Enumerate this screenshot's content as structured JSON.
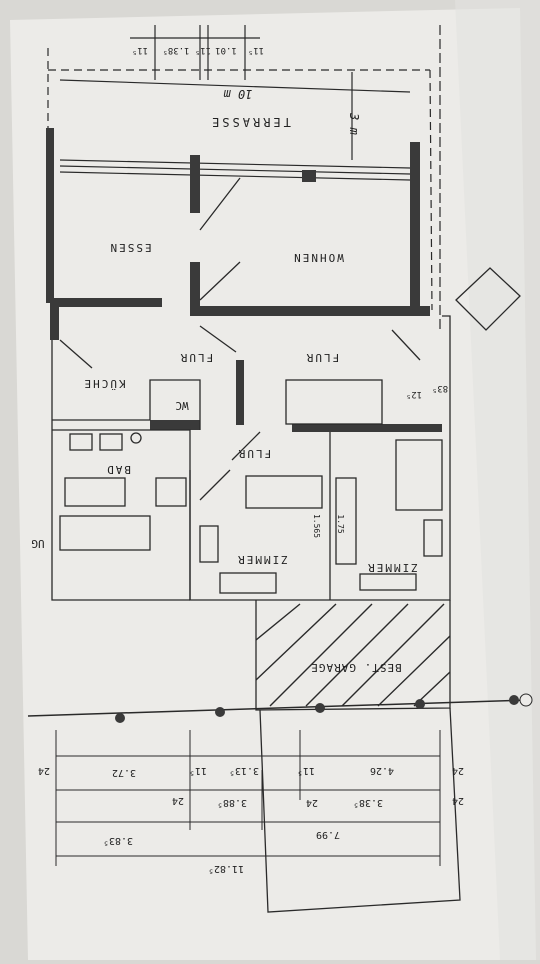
{
  "rooms": {
    "terrasse": "TERRASSE",
    "wohnen": "WOHNEN",
    "essen": "ESSEN",
    "flur_1": "FLUR",
    "flur_2": "FLUR",
    "flur_3": "FLUR",
    "kueche": "KÜCHE",
    "wc": "WC",
    "bad": "BAD",
    "zimmer_1": "ZIMMER",
    "zimmer_2": "ZIMMER",
    "garage": "BEST. GARAGE"
  },
  "annotations": {
    "terrace_width": "10 m",
    "terrace_depth": "3 m",
    "stair_ug": "UG",
    "dim_small_1": "1.565",
    "dim_small_2": "1.75",
    "dim_right_83": "83⁵",
    "dim_right_12": "12⁵",
    "top_dims": [
      "11⁵",
      "1.38⁵",
      "11⁵",
      "1.01",
      "11⁵"
    ]
  },
  "dimensions": {
    "row1": [
      "24",
      "3.72",
      "11⁵",
      "3.13⁵",
      "11⁵",
      "4.26",
      "24"
    ],
    "row2": [
      "24",
      "3.88⁵",
      "24",
      "3.38⁵",
      "24"
    ],
    "row3": [
      "7.99",
      "3.83⁵"
    ],
    "row4": [
      "11.82⁵"
    ]
  },
  "colors": {
    "paper": "#ecebe8",
    "ink": "#2a2a2a",
    "wall": "#3a3a3a"
  }
}
